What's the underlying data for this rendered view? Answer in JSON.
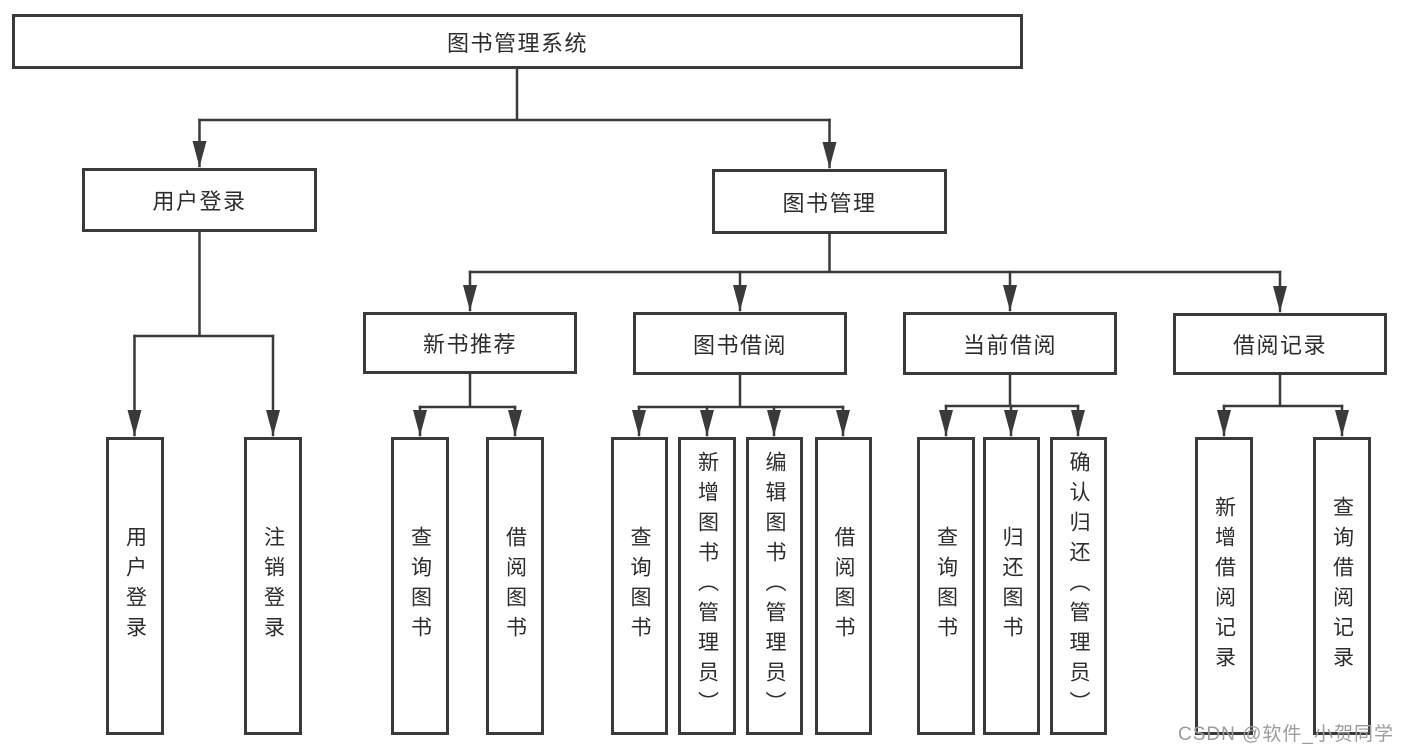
{
  "diagram": {
    "type": "tree",
    "root": {
      "label": "图书管理系统"
    },
    "branches": [
      {
        "label": "用户登录"
      },
      {
        "label": "图书管理"
      }
    ],
    "categories": [
      {
        "label": "新书推荐",
        "parent": "图书管理"
      },
      {
        "label": "图书借阅",
        "parent": "图书管理"
      },
      {
        "label": "当前借阅",
        "parent": "图书管理"
      },
      {
        "label": "借阅记录",
        "parent": "图书管理"
      }
    ],
    "leaves": [
      {
        "label": "用户登录",
        "parent": "用户登录"
      },
      {
        "label": "注销登录",
        "parent": "用户登录"
      },
      {
        "label": "查询图书",
        "parent": "新书推荐"
      },
      {
        "label": "借阅图书",
        "parent": "新书推荐"
      },
      {
        "label": "查询图书",
        "parent": "图书借阅"
      },
      {
        "label": "新增图书（管理员）",
        "parent": "图书借阅"
      },
      {
        "label": "编辑图书（管理员）",
        "parent": "图书借阅"
      },
      {
        "label": "借阅图书",
        "parent": "图书借阅"
      },
      {
        "label": "查询图书",
        "parent": "当前借阅"
      },
      {
        "label": "归还图书",
        "parent": "当前借阅"
      },
      {
        "label": "确认归还（管理员）",
        "parent": "当前借阅"
      },
      {
        "label": "新增借阅记录",
        "parent": "借阅记录"
      },
      {
        "label": "查询借阅记录",
        "parent": "借阅记录"
      }
    ]
  },
  "watermark": {
    "text": "CSDN @软件_小贺同学"
  },
  "colors": {
    "line": "#3a3a3a",
    "border": "#3a3a3a",
    "text": "#2d2d2d",
    "background": "#ffffff",
    "watermark": "#9c9c9c"
  }
}
